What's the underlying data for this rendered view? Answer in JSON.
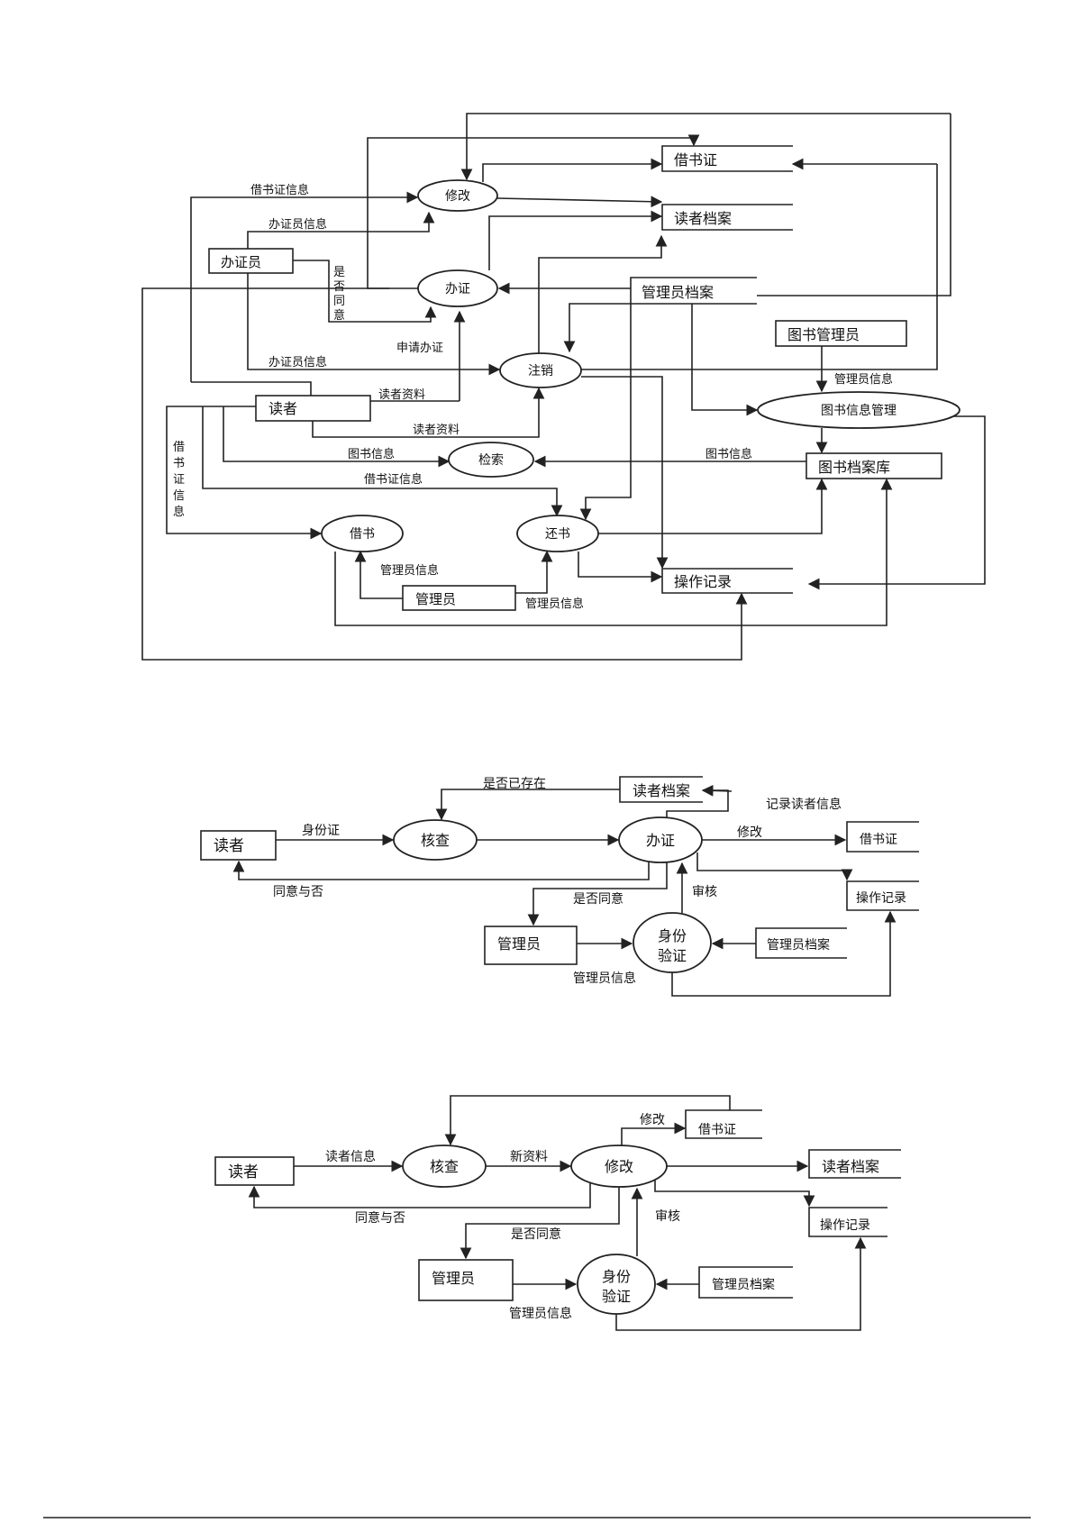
{
  "d1": {
    "stores": {
      "card": "借书证",
      "readerFile": "读者档案",
      "adminFile": "管理员档案",
      "bookArchive": "图书档案库",
      "opLog": "操作记录"
    },
    "entities": {
      "clerk": "办证员",
      "reader": "读者",
      "librarian": "图书管理员",
      "admin": "管理员"
    },
    "processes": {
      "modify": "修改",
      "issue": "办证",
      "cancel": "注销",
      "bookMgmt": "图书信息管理",
      "search": "检索",
      "borrow": "借书",
      "giveBack": "还书"
    },
    "labels": {
      "cardInfo": "借书证信息",
      "clerkInfo1": "办证员信息",
      "agree": "是否同意",
      "applyCard": "申请办证",
      "clerkInfo2": "办证员信息",
      "readerData1": "读者资料",
      "readerData2": "读者资料",
      "adminInfo1": "管理员信息",
      "bookInfo1": "图书信息",
      "bookInfo2": "图书信息",
      "cardInfo2": "借书证信息",
      "cardInfoVert": "借书证信息",
      "adminInfo2": "管理员信息",
      "adminInfo3": "管理员信息"
    }
  },
  "d2": {
    "reader": "读者",
    "check": "核查",
    "issue": "办证",
    "readerFile": "读者档案",
    "card": "借书证",
    "opLog": "操作记录",
    "admin": "管理员",
    "verify1": "身份",
    "verify2": "验证",
    "adminFile": "管理员档案",
    "labels": {
      "idCard": "身份证",
      "exists": "是否已存在",
      "recordReader": "记录读者信息",
      "modify": "修改",
      "agreeOrNot": "同意与否",
      "agree": "是否同意",
      "audit": "审核",
      "adminInfo": "管理员信息"
    }
  },
  "d3": {
    "reader": "读者",
    "check": "核查",
    "modify": "修改",
    "card": "借书证",
    "readerFile": "读者档案",
    "opLog": "操作记录",
    "admin": "管理员",
    "verify1": "身份",
    "verify2": "验证",
    "adminFile": "管理员档案",
    "labels": {
      "readerInfo": "读者信息",
      "newData": "新资料",
      "modifyLbl": "修改",
      "agreeOrNot": "同意与否",
      "agree": "是否同意",
      "audit": "审核",
      "adminInfo": "管理员信息"
    }
  }
}
